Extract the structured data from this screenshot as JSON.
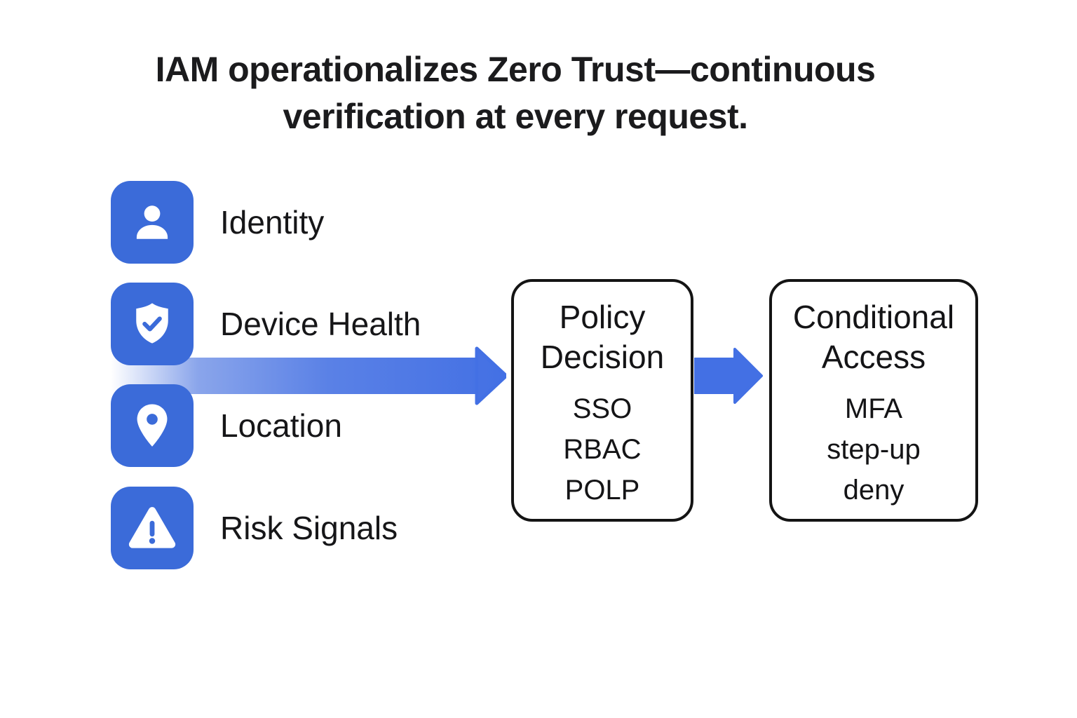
{
  "title": {
    "line1": "IAM operationalizes Zero Trust—continuous",
    "line2": "verification at every request."
  },
  "signals": [
    {
      "label": "Identity",
      "icon": "person-icon"
    },
    {
      "label": "Device Health",
      "icon": "shield-check-icon"
    },
    {
      "label": "Location",
      "icon": "location-pin-icon"
    },
    {
      "label": "Risk Signals",
      "icon": "warning-triangle-icon"
    }
  ],
  "flow": {
    "boxes": [
      {
        "title_line1": "Policy",
        "title_line2": "Decision",
        "items": [
          "SSO",
          "RBAC",
          "POLP"
        ]
      },
      {
        "title_line1": "Conditional",
        "title_line2": "Access",
        "items": [
          "MFA",
          "step-up",
          "deny"
        ]
      }
    ],
    "arrows": [
      "signals-to-policy-arrow",
      "policy-to-conditional-arrow"
    ]
  },
  "colors": {
    "icon_blue": "#3B6BD9",
    "arrow_blue": "#4370E4",
    "arrow_gradient_start": "#FFFFFF",
    "box_outline": "#141414",
    "text_dark": "#1A1A1C",
    "background": "#FFFFFF"
  }
}
